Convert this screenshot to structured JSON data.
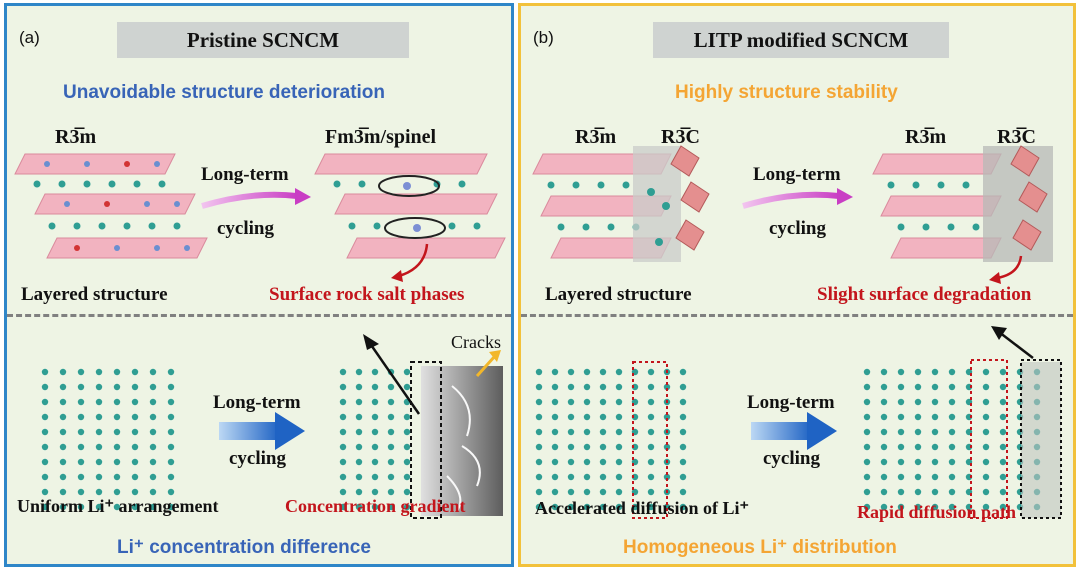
{
  "panel_a": {
    "letter": "(a)",
    "title": "Pristine SCNCM",
    "subtitle": "Unavoidable structure deterioration",
    "phase_left": "R3̅m",
    "phase_right": "Fm3̅m/spinel",
    "arrow_top_line1": "Long-term",
    "arrow_top_line2": "cycling",
    "label_layered": "Layered structure",
    "label_surface": "Surface rock salt phases",
    "cracks": "Cracks",
    "arrow_bottom_line1": "Long-term",
    "arrow_bottom_line2": "cycling",
    "label_uniform": "Uniform Li⁺ arrangement",
    "label_gradient": "Concentration gradient",
    "footer": "Li⁺ concentration difference"
  },
  "panel_b": {
    "letter": "(b)",
    "title": "LITP modified SCNCM",
    "subtitle": "Highly structure stability",
    "phase_left_1": "R3̅m",
    "phase_left_2": "R3̅C",
    "phase_right_1": "R3̅m",
    "phase_right_2": "R3̅C",
    "arrow_top_line1": "Long-term",
    "arrow_top_line2": "cycling",
    "label_layered": "Layered structure",
    "label_slight": "Slight surface degradation",
    "arrow_bottom_line1": "Long-term",
    "arrow_bottom_line2": "cycling",
    "label_accel": "Accelerated diffusion of Li⁺",
    "label_rapid": "Rapid diffusion path",
    "footer": "Homogeneous Li⁺ distribution"
  },
  "colors": {
    "panel_a_border": "#2e86c8",
    "panel_b_border": "#f2c13b",
    "panel_bg": "#eef4e4",
    "blue_text": "#3864b7",
    "orange_text": "#f4a534",
    "red_text": "#c3151c",
    "li_dot": "#2f9e93",
    "layer_pink": "#f2b3c0",
    "magenta_arrow": "#d54fd0",
    "blue_arrow": "#2f78d0"
  }
}
